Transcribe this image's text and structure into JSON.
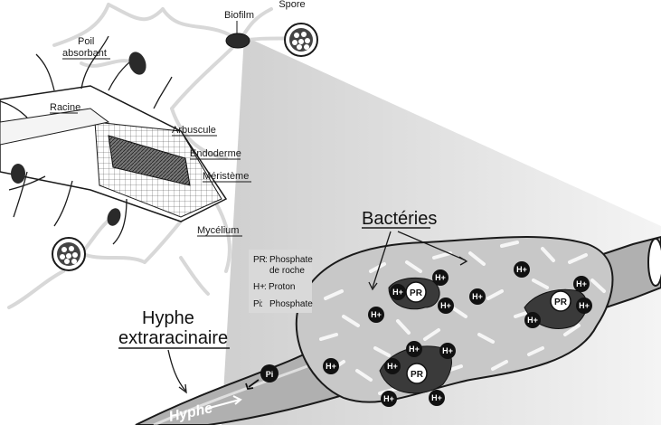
{
  "labels": {
    "spore": "Spore",
    "biofilm": "Biofilm",
    "poil_line1": "Poil",
    "poil_line2": "absorbant",
    "racine": "Racine",
    "arbuscule": "Arbuscule",
    "endoderme": "Endoderme",
    "meristeme": "Méristème",
    "mycelium": "Mycélium",
    "bacteries": "Bactéries",
    "hyphe_line1": "Hyphe",
    "hyphe_line2": "extraracinaire",
    "hyphe_bottom": "Hyphe",
    "pi_marker": "Pi"
  },
  "legend": [
    {
      "abbr": "PR",
      "sep": ":",
      "text_line1": "Phosphate",
      "text_line2": "de roche"
    },
    {
      "abbr": "H+",
      "sep": ":",
      "text_line1": "Proton",
      "text_line2": ""
    },
    {
      "abbr": "Pi",
      "sep": " :",
      "text_line1": "Phosphate",
      "text_line2": ""
    }
  ],
  "markers": {
    "proton": "H+",
    "rock_phosphate": "PR"
  },
  "colors": {
    "line": "#1a1a1a",
    "mycelium": "#e8e8e8",
    "cone": "#dcdcdc",
    "hypha_fill": "#b0b0b0",
    "rock": "#3a3a3a",
    "legend_bg": "#d9d9d9"
  }
}
